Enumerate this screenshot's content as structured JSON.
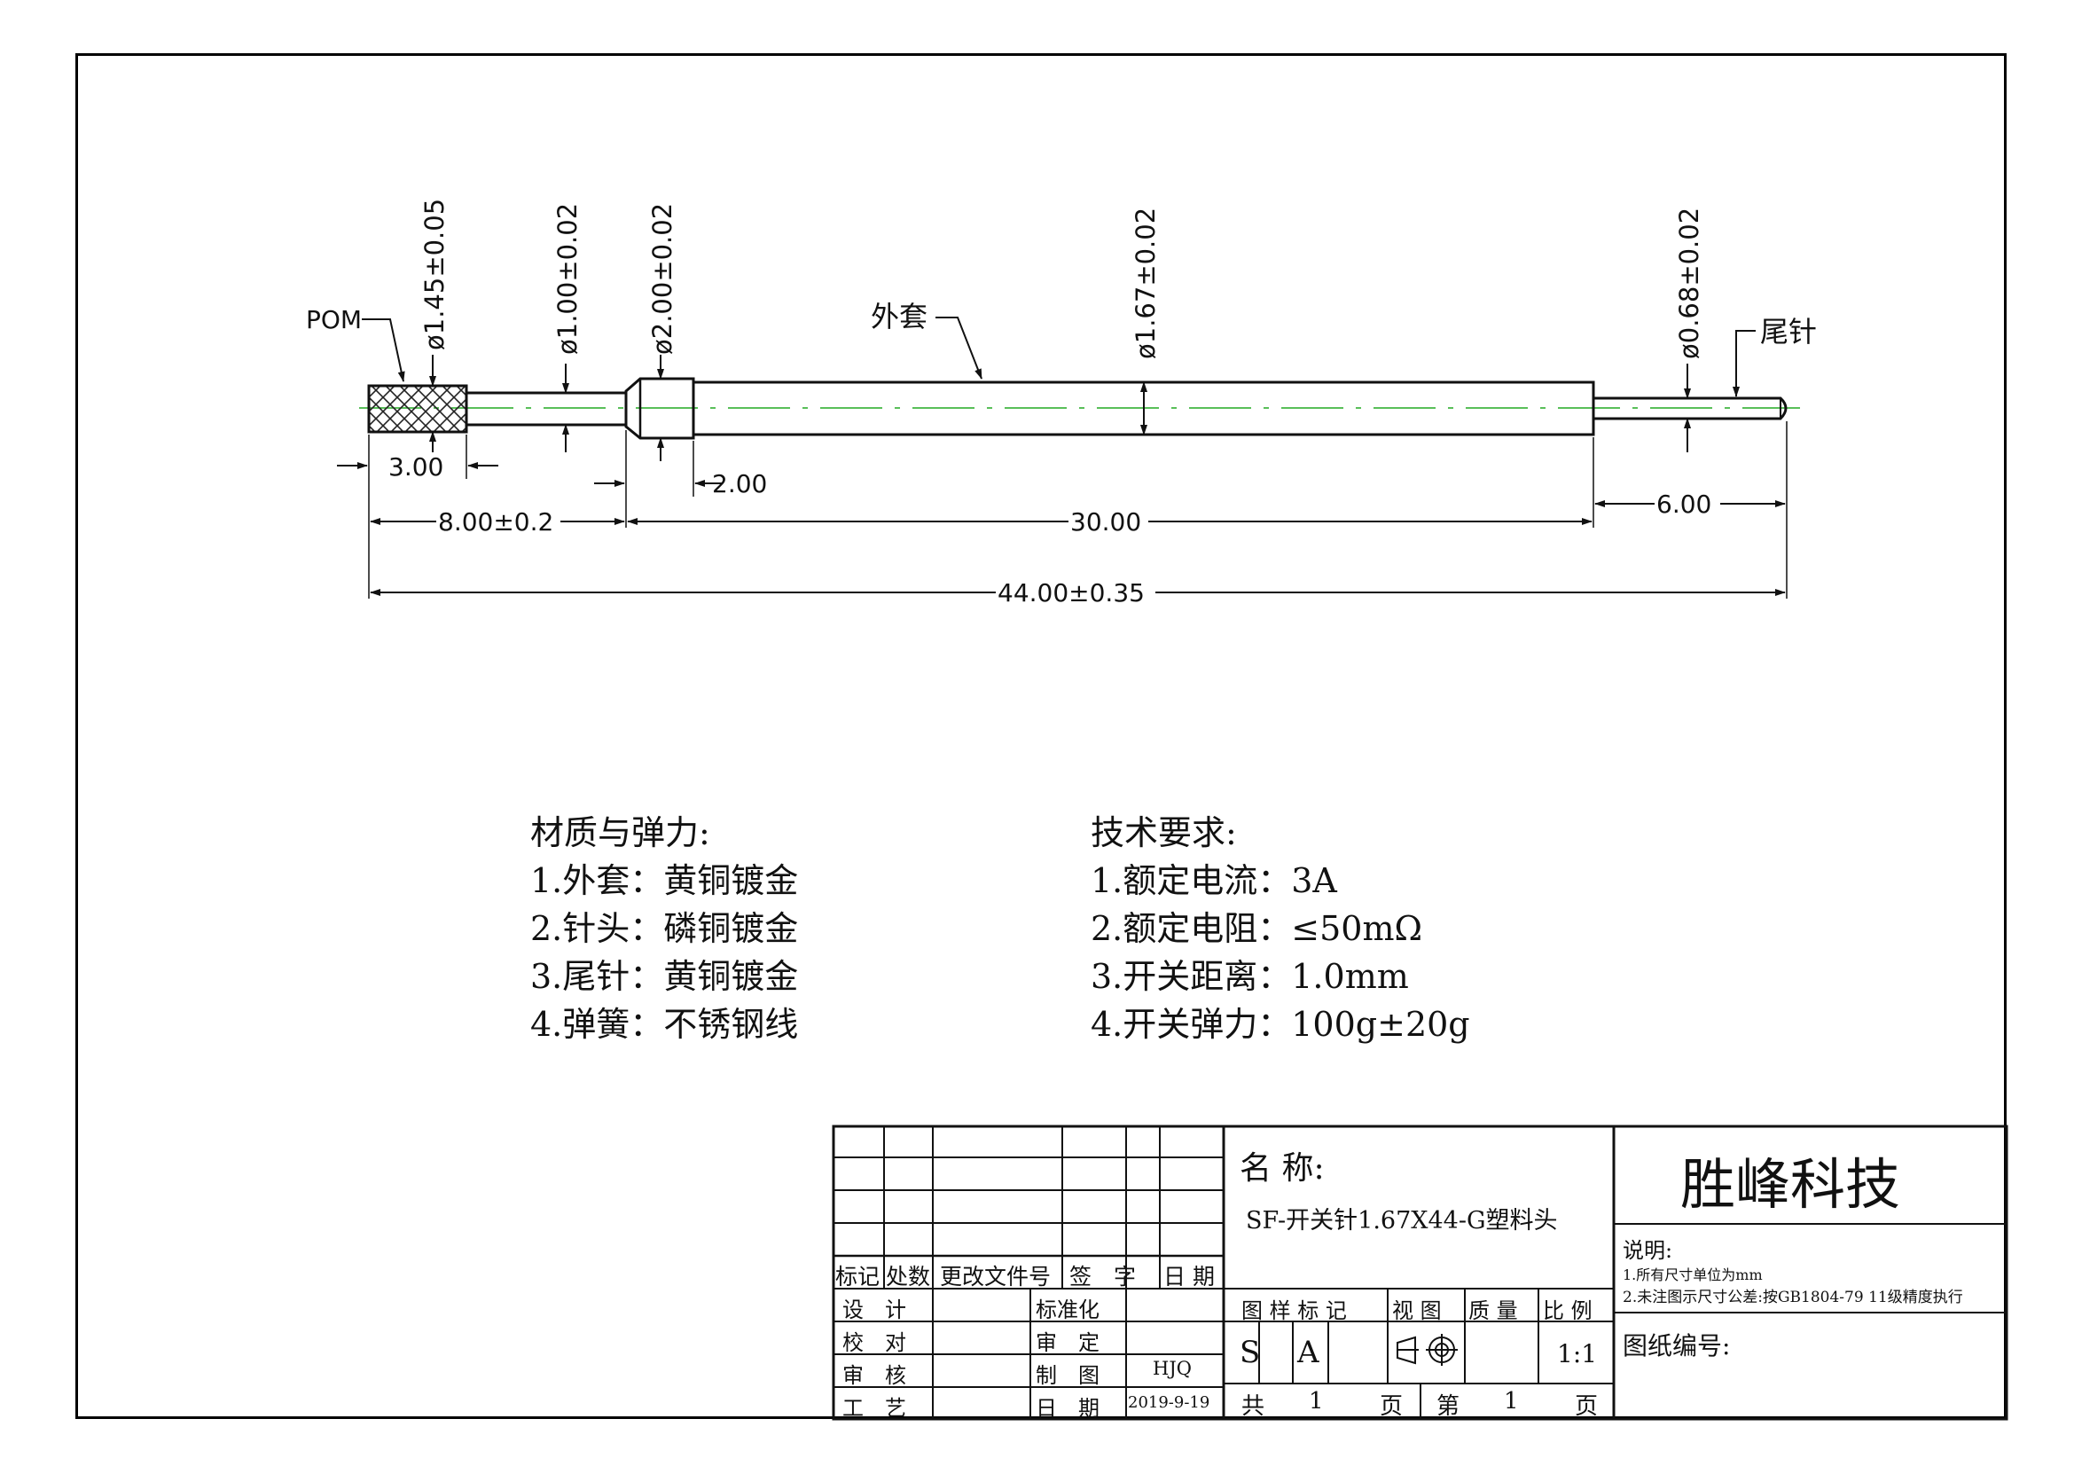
{
  "drawing": {
    "labels": {
      "pom": "POM",
      "sleeve": "外套",
      "tail_pin": "尾针"
    },
    "diameters": {
      "d_head": "ø1.45±0.05",
      "d_neck": "ø1.00±0.02",
      "d_collar": "ø2.00±0.02",
      "d_sleeve": "ø1.67±0.02",
      "d_tail": "ø0.68±0.02"
    },
    "lengths": {
      "head_len": "3.00",
      "collar_len": "2.00",
      "front_len": "8.00±0.2",
      "sleeve_len": "30.00",
      "tail_len": "6.00",
      "total_len": "44.00±0.35"
    }
  },
  "materials": {
    "title": "材质与弹力:",
    "items": [
      "1.外套：黄铜镀金",
      "2.针头：磷铜镀金",
      "3.尾针：黄铜镀金",
      "4.弹簧：不锈钢线"
    ]
  },
  "tech": {
    "title": "技术要求:",
    "items": [
      "1.额定电流：3A",
      "2.额定电阻：≤50mΩ",
      "3.开关距离：1.0mm",
      "4.开关弹力：100g±20g"
    ]
  },
  "title_block": {
    "rev_headers": [
      "标记",
      "处数",
      "更改文件号",
      "签　字",
      "日 期"
    ],
    "rows": [
      {
        "left": "设　计",
        "mid": "标准化",
        "val": ""
      },
      {
        "left": "校　对",
        "mid": "审　定",
        "val": ""
      },
      {
        "left": "审　核",
        "mid": "制　图",
        "val": "HJQ"
      },
      {
        "left": "工　艺",
        "mid": "日　期",
        "val": "2019-9-19"
      }
    ],
    "name_label": "名 称:",
    "name_value": "SF-开关针1.67X44-G塑料头",
    "sample_mark_label": "图 样 标 记",
    "view_label": "视 图",
    "mass_label": "质 量",
    "scale_label": "比 例",
    "marks": [
      "S",
      "A"
    ],
    "scale_value": "1:1",
    "total_label": "共",
    "total_value": "1",
    "page_unit": "页",
    "sheet_label": "第",
    "sheet_value": "1",
    "company": "胜峰科技",
    "notes_title": "说明:",
    "notes": [
      "1.所有尺寸单位为mm",
      "2.未注图示尺寸公差:按GB1804-79 11级精度执行"
    ],
    "drawing_no_label": "图纸编号:"
  }
}
